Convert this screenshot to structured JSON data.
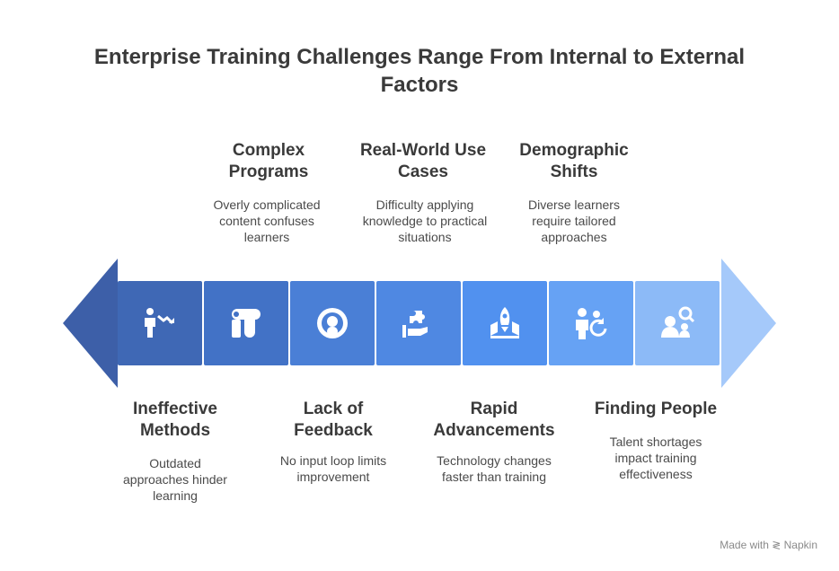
{
  "title": "Enterprise Training Challenges Range From Internal to External Factors",
  "top_items": [
    {
      "label": "Complex Programs",
      "desc": "Overly complicated content confuses learners"
    },
    {
      "label": "Real-World Use Cases",
      "desc": "Difficulty applying knowledge to practical situations"
    },
    {
      "label": "Demographic Shifts",
      "desc": "Diverse learners require tailored approaches"
    }
  ],
  "bottom_items": [
    {
      "label": "Ineffective Methods",
      "desc": "Outdated approaches hinder learning"
    },
    {
      "label": "Lack of Feedback",
      "desc": "No input loop limits improvement"
    },
    {
      "label": "Rapid Advancements",
      "desc": "Technology changes faster than training"
    },
    {
      "label": "Finding People",
      "desc": "Talent shortages impact training effectiveness"
    }
  ],
  "cells": [
    {
      "icon": "presenter-declining-icon",
      "color": "#3f68b5"
    },
    {
      "icon": "puzzle-pieces-icon",
      "color": "#4272c6"
    },
    {
      "icon": "stressed-face-icon",
      "color": "#4a7fd6"
    },
    {
      "icon": "puzzle-piece-hand-icon",
      "color": "#4f88e2"
    },
    {
      "icon": "rocket-launch-icon",
      "color": "#5191ef"
    },
    {
      "icon": "people-refresh-icon",
      "color": "#66a2f4"
    },
    {
      "icon": "people-search-icon",
      "color": "#8cbaf7"
    }
  ],
  "arrow_colors": {
    "left": "#3d5fa8",
    "right": "#a5c9fa"
  },
  "footer": "Made with ≷ Napkin"
}
